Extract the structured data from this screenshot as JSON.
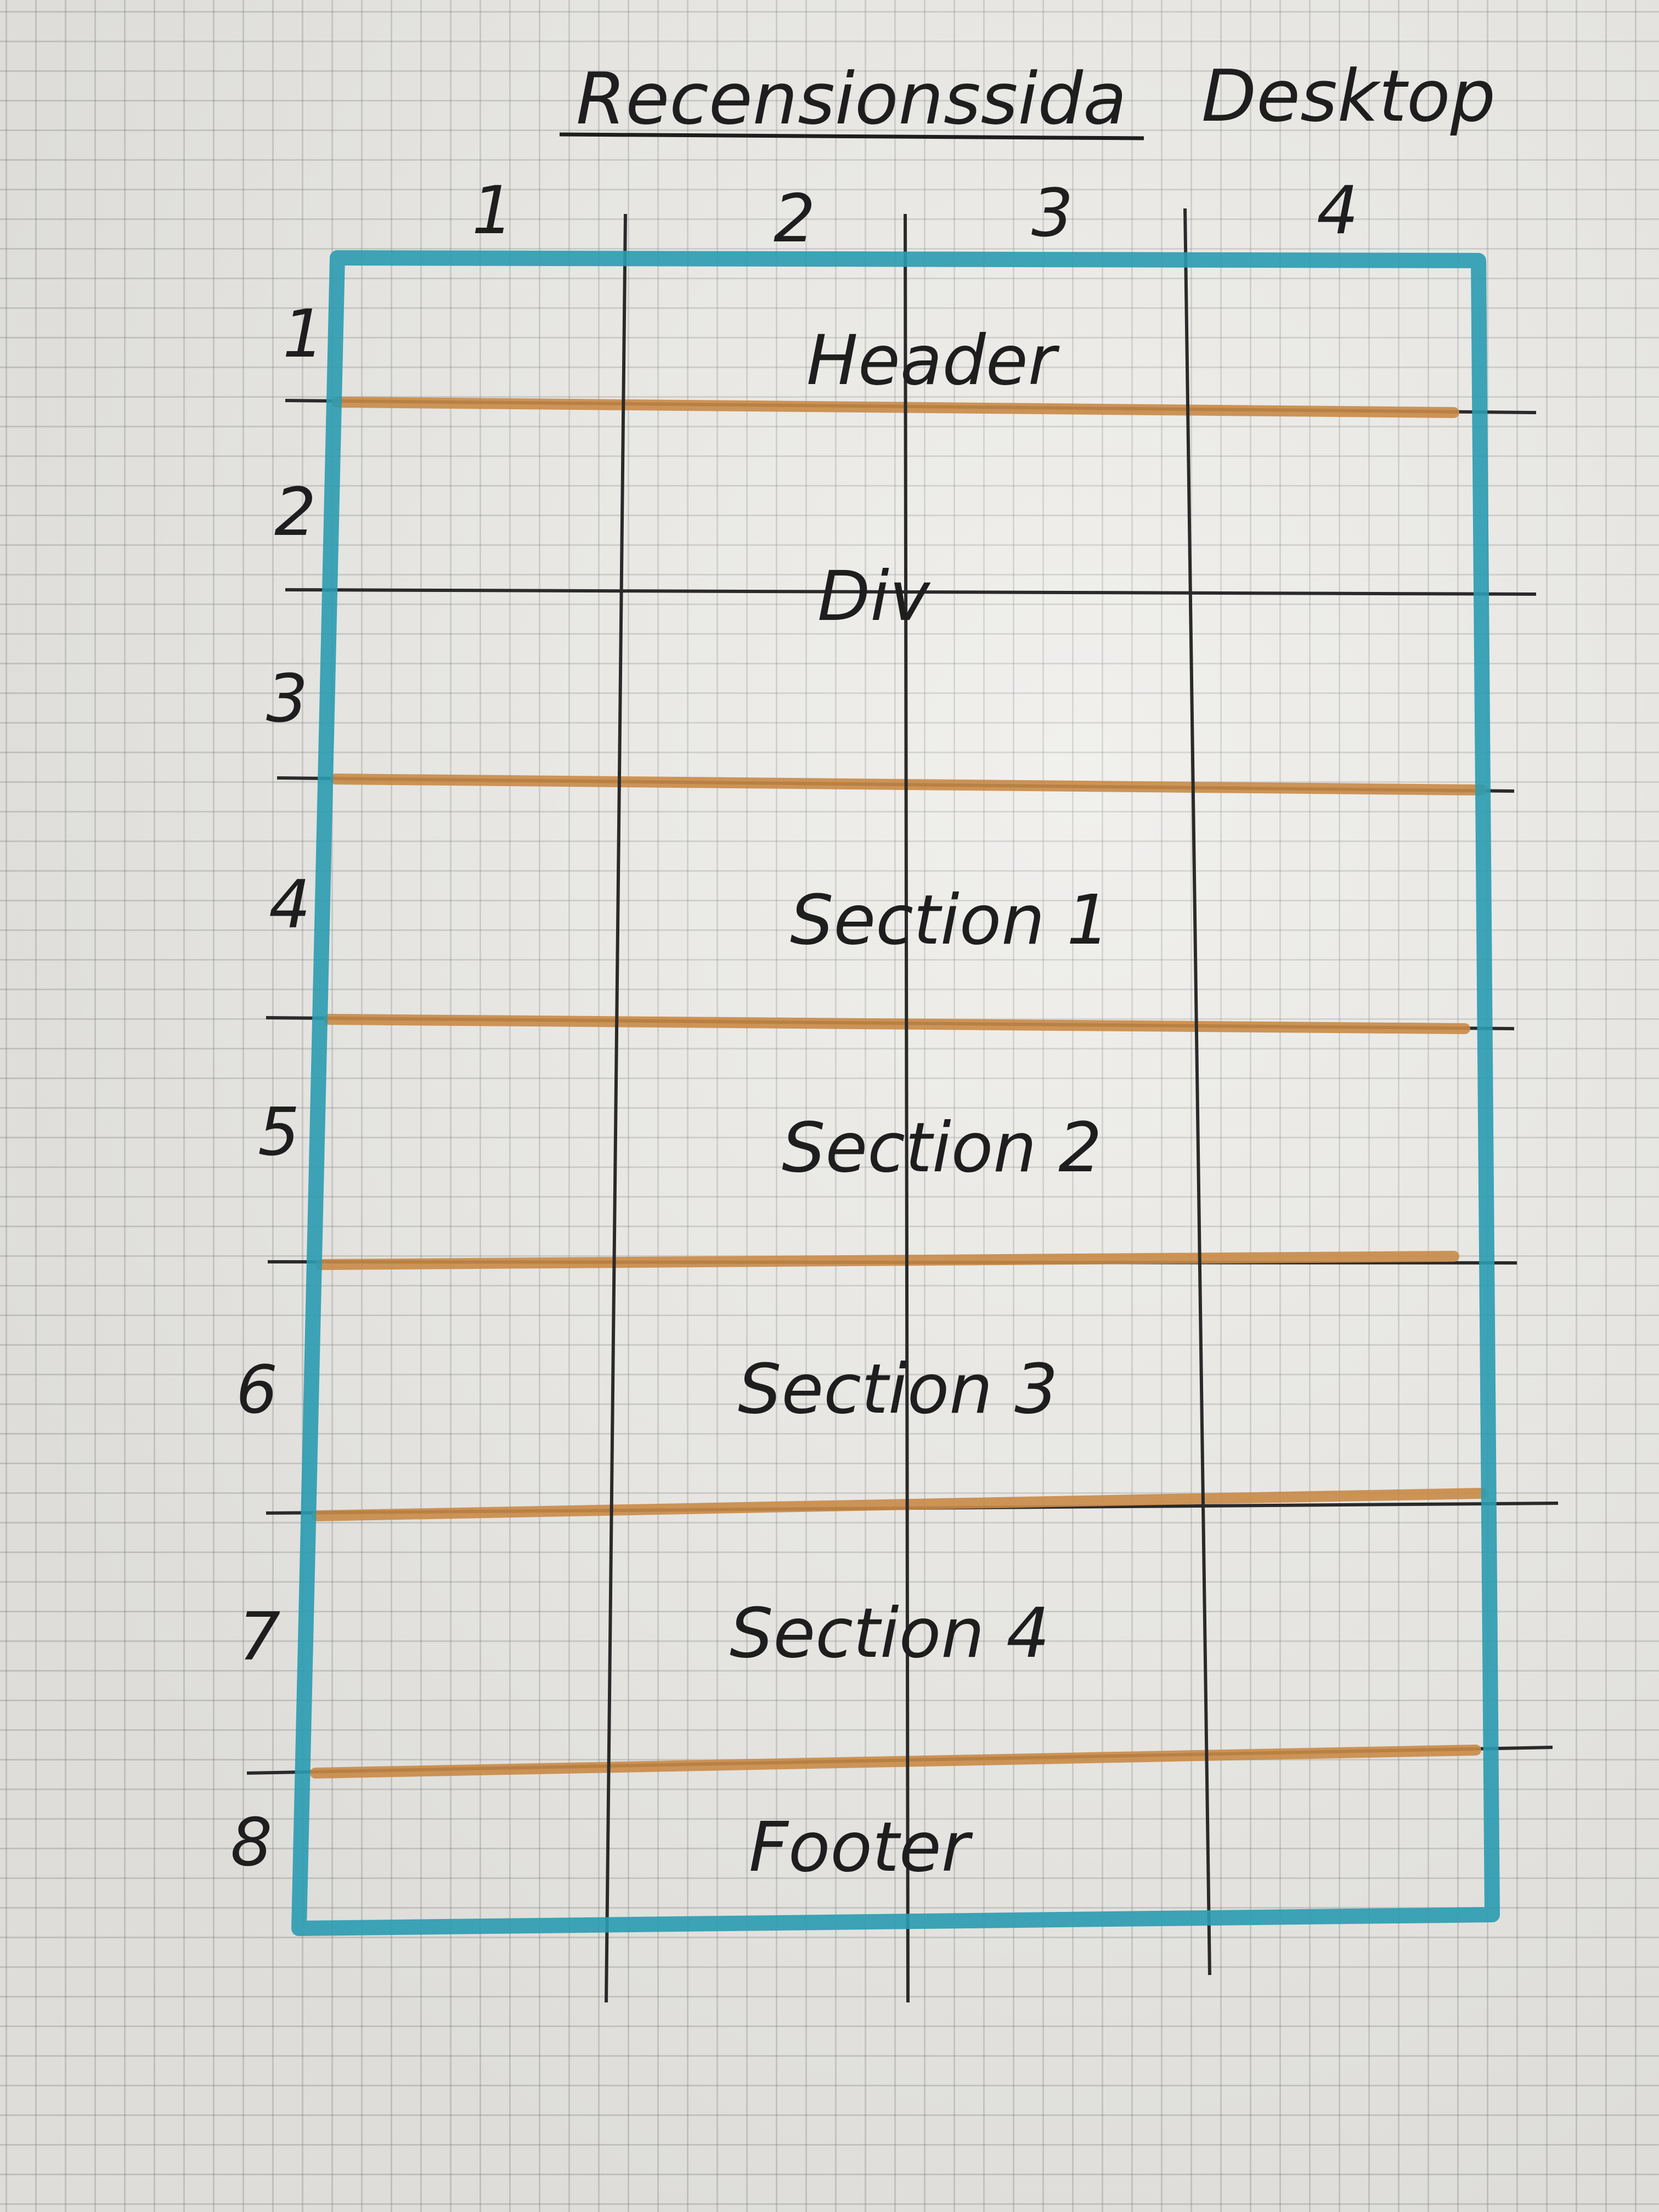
{
  "title": {
    "main": "Recensionssida",
    "variant": "Desktop"
  },
  "columns": [
    "1",
    "2",
    "3",
    "4"
  ],
  "rows": [
    {
      "number": "1",
      "label": "Header"
    },
    {
      "number": "2",
      "label": ""
    },
    {
      "number": "3",
      "label": ""
    },
    {
      "number": "4",
      "label": "Section 1"
    },
    {
      "number": "5",
      "label": "Section 2"
    },
    {
      "number": "6",
      "label": "Section 3"
    },
    {
      "number": "7",
      "label": "Section 4"
    },
    {
      "number": "8",
      "label": "Footer"
    }
  ],
  "div_label": "Div",
  "colors": {
    "outline": "#2a9bb0",
    "section_divider": "#c98a47",
    "pencil": "#1e1e1e",
    "paper": "#ecebe7"
  }
}
